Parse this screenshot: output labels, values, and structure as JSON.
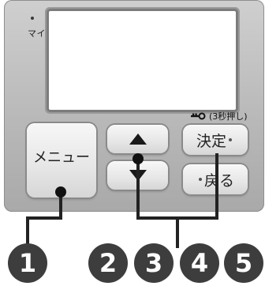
{
  "mic": {
    "label": "マイク"
  },
  "lock_hint": {
    "icon": "key-icon",
    "text": "(3秒押し)"
  },
  "buttons": {
    "menu": "メニュー",
    "up_icon": "triangle-up-icon",
    "down_icon": "triangle-down-icon",
    "ok": "決定",
    "back": "戻る"
  },
  "callouts": [
    "1",
    "2",
    "3",
    "4",
    "5"
  ]
}
